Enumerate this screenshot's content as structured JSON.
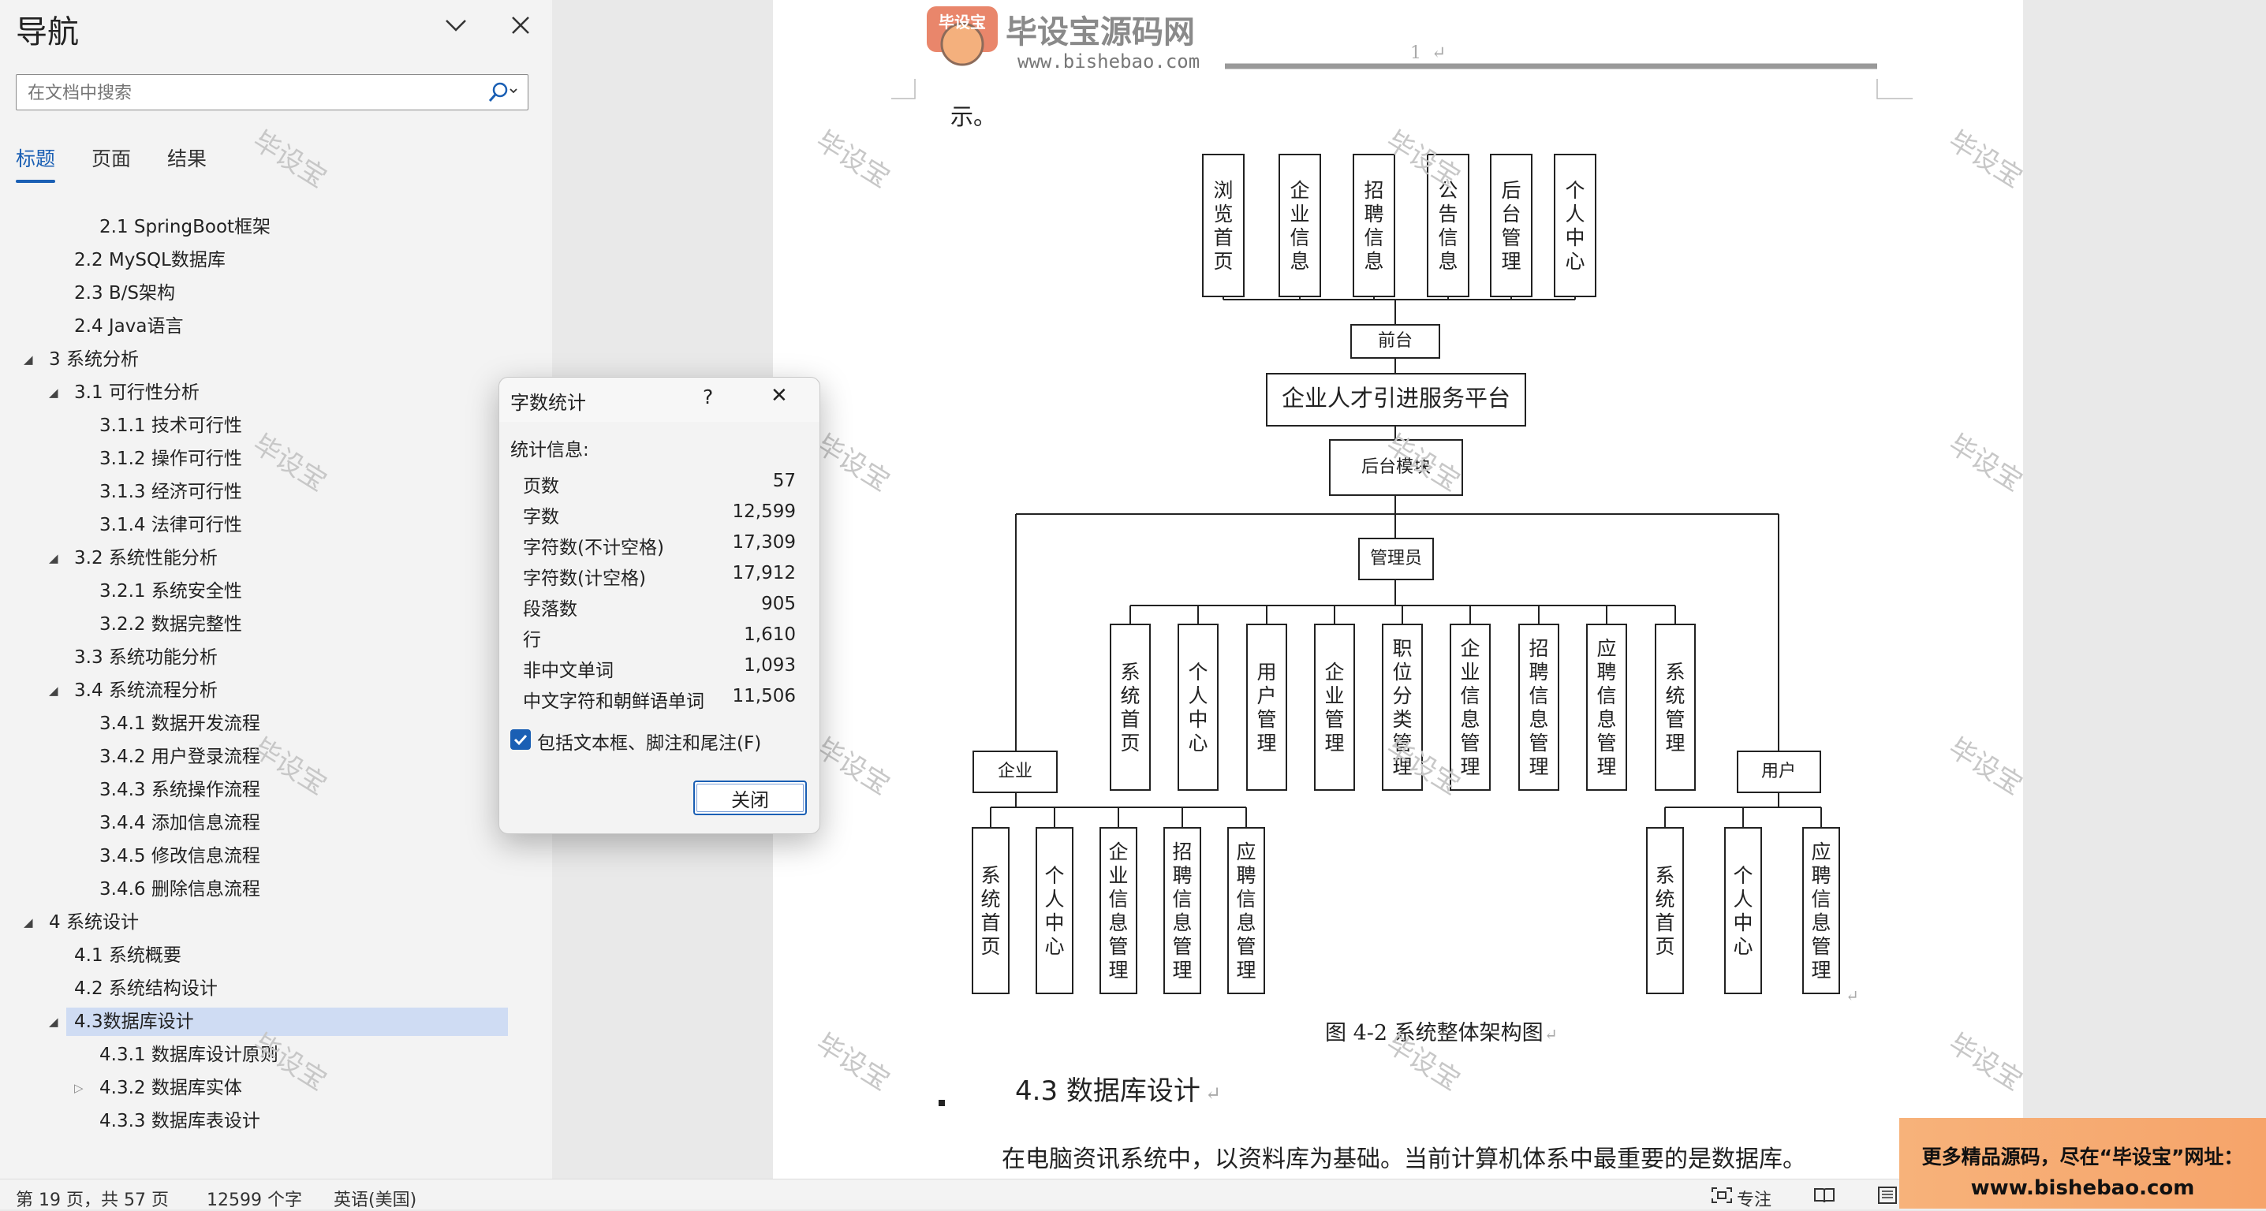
{
  "nav": {
    "title": "导航",
    "search_placeholder": "在文档中搜索",
    "tabs": [
      "标题",
      "页面",
      "结果"
    ],
    "outline": [
      {
        "label": "2.1  SpringBoot框架",
        "level": 3
      },
      {
        "label": "2.2 MySQL数据库",
        "level": 2
      },
      {
        "label": "2.3 B/S架构",
        "level": 2
      },
      {
        "label": "2.4 Java语言",
        "level": 2
      },
      {
        "label": "3 系统分析",
        "level": 1
      },
      {
        "label": "3.1 可行性分析",
        "level": 2
      },
      {
        "label": "3.1.1 技术可行性",
        "level": 3
      },
      {
        "label": "3.1.2 操作可行性",
        "level": 3
      },
      {
        "label": "3.1.3 经济可行性",
        "level": 3
      },
      {
        "label": "3.1.4 法律可行性",
        "level": 3
      },
      {
        "label": "3.2 系统性能分析",
        "level": 2
      },
      {
        "label": "3.2.1 系统安全性",
        "level": 3
      },
      {
        "label": "3.2.2 数据完整性",
        "level": 3
      },
      {
        "label": "3.3 系统功能分析",
        "level": 2
      },
      {
        "label": "3.4 系统流程分析",
        "level": 2
      },
      {
        "label": "3.4.1 数据开发流程",
        "level": 3
      },
      {
        "label": "3.4.2 用户登录流程",
        "level": 3
      },
      {
        "label": "3.4.3 系统操作流程",
        "level": 3
      },
      {
        "label": "3.4.4 添加信息流程",
        "level": 3
      },
      {
        "label": "3.4.5 修改信息流程",
        "level": 3
      },
      {
        "label": "3.4.6 删除信息流程",
        "level": 3
      },
      {
        "label": "4 系统设计",
        "level": 1
      },
      {
        "label": "4.1 系统概要",
        "level": 2
      },
      {
        "label": "4.2 系统结构设计",
        "level": 2
      },
      {
        "label": "4.3数据库设计",
        "level": 2
      },
      {
        "label": "4.3.1 数据库设计原则",
        "level": 3
      },
      {
        "label": "4.3.2 数据库实体",
        "level": 3
      },
      {
        "label": "4.3.3 数据库表设计",
        "level": 3
      }
    ]
  },
  "dialog": {
    "title": "字数统计",
    "help": "?",
    "close_x": "✕",
    "section": "统计信息:",
    "rows": [
      {
        "label": "页数",
        "value": "57"
      },
      {
        "label": "字数",
        "value": "12,599"
      },
      {
        "label": "字符数(不计空格)",
        "value": "17,309"
      },
      {
        "label": "字符数(计空格)",
        "value": "17,912"
      },
      {
        "label": "段落数",
        "value": "905"
      },
      {
        "label": "行",
        "value": "1,610"
      },
      {
        "label": "非中文单词",
        "value": "1,093"
      },
      {
        "label": "中文字符和朝鲜语单词",
        "value": "11,506"
      }
    ],
    "checkbox_label": "包括文本框、脚注和尾注(F)",
    "close_button": "关闭"
  },
  "document": {
    "logo_badge": "毕设宝",
    "logo_title": "毕设宝源码网",
    "logo_url": "www.bishebao.com",
    "page_number": "1",
    "top_text": "示。",
    "watermark": "毕设宝",
    "diagram": {
      "front_modules": [
        "浏览首页",
        "企业信息",
        "招聘信息",
        "公告信息",
        "后台管理",
        "个人中心"
      ],
      "front": "前台",
      "platform": "企业人才引进服务平台",
      "backend": "后台模块",
      "admin": "管理员",
      "admin_modules": [
        "系统首页",
        "个人中心",
        "用户管理",
        "企业管理",
        "职位分类管理",
        "企业信息管理",
        "招聘信息管理",
        "应聘信息管理",
        "系统管理"
      ],
      "company": "企业",
      "company_modules": [
        "系统首页",
        "个人中心",
        "企业信息管理",
        "招聘信息管理",
        "应聘信息管理"
      ],
      "user": "用户",
      "user_modules": [
        "系统首页",
        "个人中心",
        "应聘信息管理"
      ]
    },
    "caption": "图 4-2  系统整体架构图",
    "heading": "4.3 数据库设计",
    "paragraph": "在电脑资讯系统中，以资料库为基础。当前计算机体系中最重要的是数据库。"
  },
  "status": {
    "page": "第 19 页，共 57 页",
    "words": "12599 个字",
    "language": "英语(美国)",
    "focus": "专注"
  },
  "ad": {
    "line1": "更多精品源码，尽在“毕设宝”网址：",
    "line2": "www.bishebao.com"
  }
}
